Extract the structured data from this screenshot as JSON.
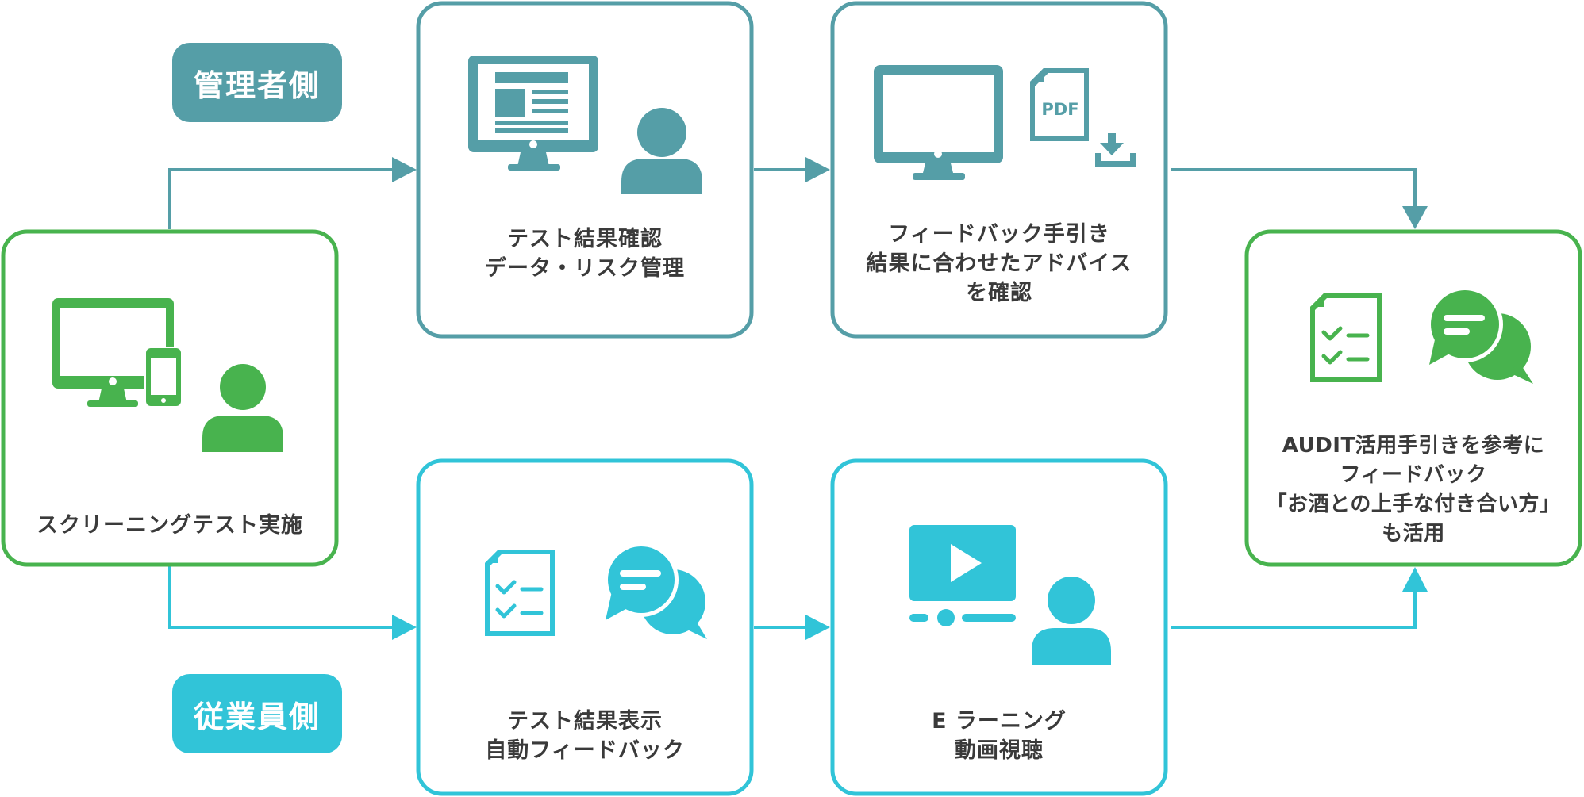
{
  "colors": {
    "admin_teal": "#559ea7",
    "employee_cyan": "#31c4d8",
    "green": "#48b34e",
    "text_dark": "#3a3a3a",
    "white": "#ffffff"
  },
  "tags": {
    "admin": "管理者側",
    "employee": "従業員側"
  },
  "boxes": {
    "screening": {
      "lines": [
        "スクリーニングテスト実施"
      ],
      "icons": [
        "desktop-icon",
        "smartphone-icon",
        "user-icon"
      ]
    },
    "admin_results": {
      "lines": [
        "テスト結果確認",
        "データ・リスク管理"
      ],
      "icons": [
        "monitor-dashboard-icon",
        "user-icon"
      ]
    },
    "admin_feedback": {
      "lines": [
        "フィードバック手引き",
        "結果に合わせたアドバイス",
        "を確認"
      ],
      "icons": [
        "monitor-icon",
        "pdf-file-icon",
        "download-icon"
      ],
      "pdf_label": "PDF"
    },
    "employee_results": {
      "lines": [
        "テスト結果表示",
        "自動フィードバック"
      ],
      "icons": [
        "checklist-document-icon",
        "chat-bubbles-icon"
      ]
    },
    "elearning": {
      "lines": [
        "E ラーニング",
        "動画視聴"
      ],
      "icons": [
        "video-player-icon",
        "user-icon"
      ]
    },
    "audit": {
      "lines": [
        "AUDIT活用手引きを参考に",
        "フィードバック",
        "「お酒との上手な付き合い方」",
        "も活用"
      ],
      "icons": [
        "checklist-document-icon",
        "chat-bubbles-icon"
      ]
    }
  },
  "flows": [
    {
      "from": "screening",
      "to": "admin_results"
    },
    {
      "from": "admin_results",
      "to": "admin_feedback"
    },
    {
      "from": "admin_feedback",
      "to": "audit"
    },
    {
      "from": "screening",
      "to": "employee_results"
    },
    {
      "from": "employee_results",
      "to": "elearning"
    },
    {
      "from": "elearning",
      "to": "audit"
    }
  ]
}
